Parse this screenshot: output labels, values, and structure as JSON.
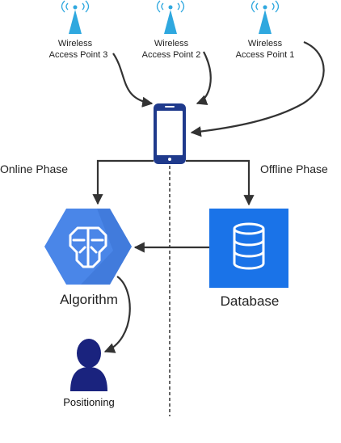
{
  "access_points": [
    {
      "line1": "Wireless",
      "line2": "Access Point 3"
    },
    {
      "line1": "Wireless",
      "line2": "Access Point 2"
    },
    {
      "line1": "Wireless",
      "line2": "Access Point 1"
    }
  ],
  "phases": {
    "online": "Online Phase",
    "offline": "Offline Phase"
  },
  "nodes": {
    "algorithm": "Algorithm",
    "database": "Database",
    "positioning": "Positioning"
  },
  "icons": {
    "antenna": "antenna-icon",
    "smartphone": "smartphone-icon",
    "algorithm": "brain-hexagon-icon",
    "database": "database-icon",
    "person": "person-icon"
  },
  "colors": {
    "antenna": "#2fa8df",
    "phone": "#1f3a8c",
    "algorithm": "#4a86e8",
    "database": "#1a73e8",
    "person": "#1a237e",
    "arrow": "#333333"
  }
}
